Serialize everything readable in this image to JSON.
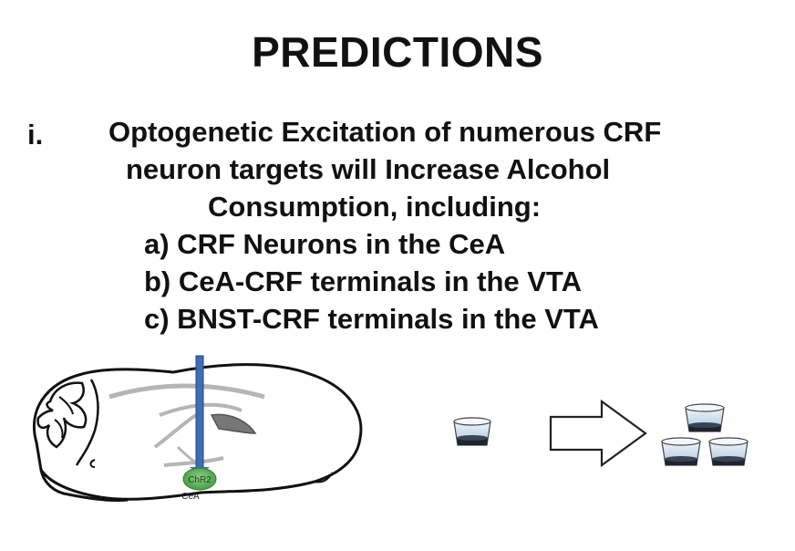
{
  "title": "PREDICTIONS",
  "numeral": "i.",
  "prediction_lines": [
    "Optogenetic Excitation of numerous CRF",
    "neuron targets will Increase Alcohol",
    "Consumption, including:"
  ],
  "sub_items": [
    "a) CRF Neurons in the CeA",
    "b) CeA-CRF terminals in the VTA",
    "c) BNST-CRF terminals in the VTA"
  ],
  "figure": {
    "opsin_label": "ChR2",
    "region_label": "CeA",
    "colors": {
      "fiber": "#3b6fb5",
      "opsin": "#4aa84a",
      "liquid": "#1e2430",
      "cup": "#d7e6f2"
    }
  }
}
